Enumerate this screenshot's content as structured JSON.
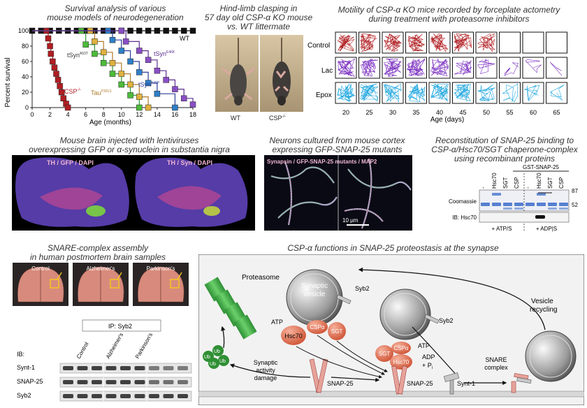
{
  "panels": {
    "survival": {
      "title1": "Survival analysis of various",
      "title2": "mouse models of neurodegeneration",
      "ylabel": "Percent survival",
      "xlabel": "Age (months)",
      "yticks": [
        "0",
        "20",
        "40",
        "60",
        "80",
        "100"
      ],
      "xticks": [
        "0",
        "2",
        "4",
        "6",
        "8",
        "10",
        "12",
        "14",
        "16",
        "18"
      ],
      "series": {
        "wt": "WT",
        "csp": "CSP",
        "csp_sup": "-/-",
        "tsyn_a53t": "tSyn",
        "tsyn_a53t_sup": "A53T",
        "tau": "Tau",
        "tau_sup": "P301S",
        "tsyn_a30p": "tSyn",
        "tsyn_a30p_sup": "A30P",
        "tsyn_e46k": "tSyn",
        "tsyn_e46k_sup": "E46K"
      }
    },
    "clasping": {
      "title1": "Hind-limb clasping in",
      "title2": "57 day old CSP-α KO mouse",
      "title3": "vs. WT littermate",
      "label_wt": "WT",
      "label_csp": "CSP",
      "label_csp_sup": "-/-"
    },
    "motility": {
      "title1": "Motility of CSP-α KO mice recorded by forceplate actometry",
      "title2": "during treatment with proteasome inhibitors",
      "rows": [
        "Control",
        "Lac",
        "Epox"
      ],
      "xticks": [
        "20",
        "25",
        "30",
        "35",
        "40",
        "45",
        "50",
        "55",
        "60",
        "65"
      ],
      "xlabel": "Age (days)",
      "colors": {
        "control": "#b01e22",
        "lac": "#7a2ec0",
        "epox": "#1ea6df"
      }
    },
    "brain": {
      "title1": "Mouse brain injected with lentiviruses",
      "title2": "overexpressing GFP or α-synuclein in substantia nigra",
      "left_label": "TH / GFP / DAPI",
      "right_label": "TH / Syn / DAPI"
    },
    "neurons": {
      "title1": "Neurons cultured from mouse cortex",
      "title2": "expressing GFP-SNAP-25 mutants",
      "label": "Synapsin / GFP-SNAP-25 mutants / MAP2",
      "scale": "10 μm"
    },
    "reconstitution": {
      "title1": "Reconstitution of SNAP-25 binding to",
      "title2": "CSP-α/Hsc70/SGT chaperone-complex",
      "title3": "using recombinant proteins",
      "gst": "GST-SNAP-25",
      "lanes": [
        "-",
        "Hsc70",
        "SGT",
        "CSP",
        "-",
        "Hsc70",
        "SGT",
        "CSP"
      ],
      "mw_high": "87",
      "mw_low": "52",
      "coomassie": "Coomassie",
      "ib": "IB: Hsc70",
      "atp": "+ ATP/S",
      "adp": "+ ADP|S"
    },
    "snare_assembly": {
      "title1": "SNARE-complex assembly",
      "title2": "in human postmortem brain samples",
      "brains": [
        "Control",
        "Alzheimer's",
        "Parkinson's"
      ],
      "ip": "IP: Syb2",
      "ib": "IB:",
      "lanes": [
        "Control",
        "Alzheimer's",
        "Parkinson's"
      ],
      "rows": [
        "Synt-1",
        "SNAP-25",
        "Syb2"
      ]
    },
    "functions": {
      "title": "CSP-α functions in SNAP-25 proteostasis at the synapse",
      "proteasome": "Proteasome",
      "synaptic_vesicle1": "Synaptic",
      "synaptic_vesicle2": "vesicle",
      "syb2_a": "Syb2",
      "syb2_b": "Syb2",
      "atp_a": "ATP",
      "atp_b": "ATP",
      "hsc70_a": "Hsc70",
      "hsc70_b": "Hsc70",
      "csp_a": "CSPα",
      "csp_b": "CSPα",
      "sgt_a": "SGT",
      "sgt_b": "SGT",
      "adp": "ADP",
      "pi": "+ P",
      "pi_sub": "i",
      "ub": "Ub",
      "damage1": "Synaptic",
      "damage2": "activity",
      "damage3": "damage",
      "snap25_a": "SNAP-25",
      "snap25_b": "SNAP-25",
      "synt1": "Synt-1",
      "snare1": "SNARE",
      "snare2": "complex",
      "recycling1": "Vesicle",
      "recycling2": "recycling"
    }
  }
}
